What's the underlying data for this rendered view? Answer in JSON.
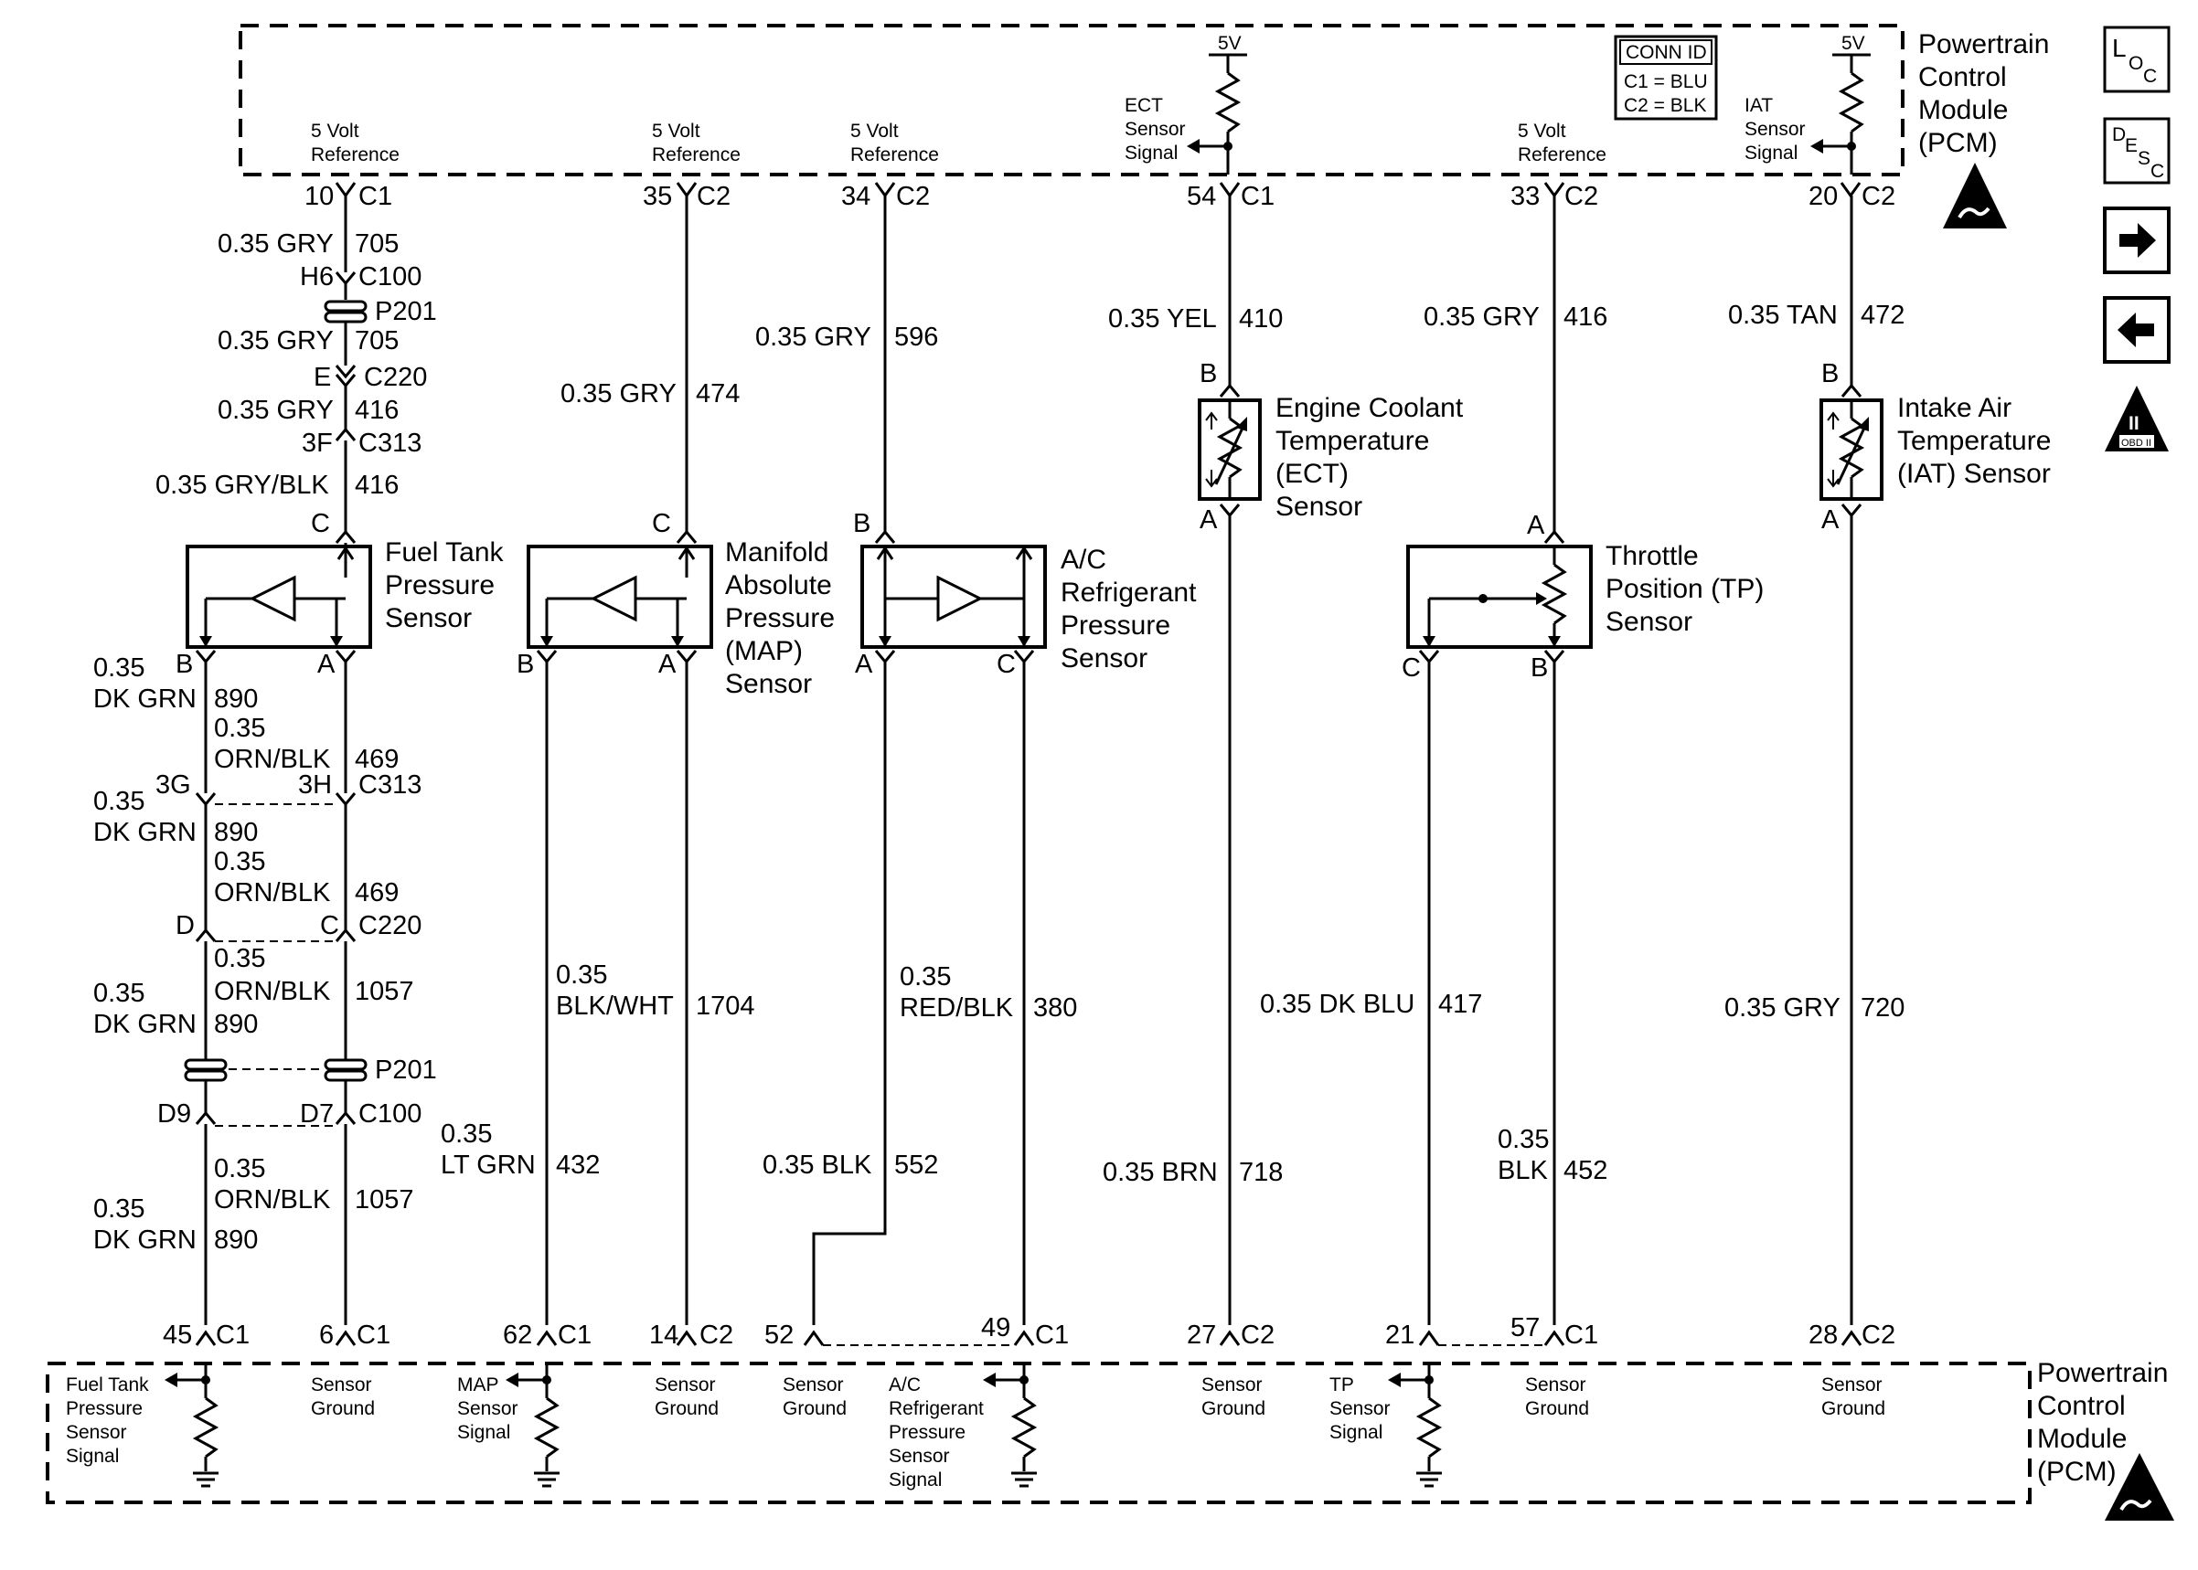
{
  "module": {
    "name_lines": [
      "Powertrain",
      "Control",
      "Module",
      "(PCM)"
    ],
    "conn_id": [
      "CONN ID",
      "C1 = BLU",
      "C2 = BLK"
    ],
    "five_v": "5V"
  },
  "top_pins": [
    {
      "ref": [
        "5 Volt",
        "Reference"
      ],
      "pin": "10",
      "conn": "C1"
    },
    {
      "ref": [
        "5 Volt",
        "Reference"
      ],
      "pin": "35",
      "conn": "C2"
    },
    {
      "ref": [
        "5 Volt",
        "Reference"
      ],
      "pin": "34",
      "conn": "C2"
    },
    {
      "ref": [
        "ECT",
        "Sensor",
        "Signal"
      ],
      "pin": "54",
      "conn": "C1"
    },
    {
      "ref": [
        "5 Volt",
        "Reference"
      ],
      "pin": "33",
      "conn": "C2"
    },
    {
      "ref": [
        "IAT",
        "Sensor",
        "Signal"
      ],
      "pin": "20",
      "conn": "C2"
    }
  ],
  "bottom_pins": [
    {
      "pin": "45",
      "conn": "C1",
      "label": [
        "Fuel Tank",
        "Pressure",
        "Sensor",
        "Signal"
      ]
    },
    {
      "pin": "6",
      "conn": "C1",
      "label": [
        "Sensor",
        "Ground"
      ]
    },
    {
      "pin": "62",
      "conn": "C1",
      "label": [
        "MAP",
        "Sensor",
        "Signal"
      ]
    },
    {
      "pin": "14",
      "conn": "C2",
      "label": [
        "Sensor",
        "Ground"
      ]
    },
    {
      "pin": "52",
      "conn": "",
      "label": [
        "Sensor",
        "Ground"
      ]
    },
    {
      "pin": "49",
      "conn": "C1",
      "label": [
        "A/C",
        "Refrigerant",
        "Pressure",
        "Sensor",
        "Signal"
      ]
    },
    {
      "pin": "27",
      "conn": "C2",
      "label": [
        "Sensor",
        "Ground"
      ]
    },
    {
      "pin": "21",
      "conn": "",
      "label": [
        "TP",
        "Sensor",
        "Signal"
      ]
    },
    {
      "pin": "57",
      "conn": "C1",
      "label": [
        "Sensor",
        "Ground"
      ]
    },
    {
      "pin": "28",
      "conn": "C2",
      "label": [
        "Sensor",
        "Ground"
      ]
    }
  ],
  "sensors": {
    "fuel_tank": [
      "Fuel Tank",
      "Pressure",
      "Sensor"
    ],
    "map": [
      "Manifold",
      "Absolute",
      "Pressure",
      "(MAP)",
      "Sensor"
    ],
    "ac": [
      "A/C",
      "Refrigerant",
      "Pressure",
      "Sensor"
    ],
    "ect": [
      "Engine Coolant",
      "Temperature",
      "(ECT)",
      "Sensor"
    ],
    "tp": [
      "Throttle",
      "Position (TP)",
      "Sensor"
    ],
    "iat": [
      "Intake Air",
      "Temperature",
      "(IAT) Sensor"
    ]
  },
  "sensor_pins": {
    "fuel_tank": {
      "top": "C",
      "left": "B",
      "right": "A"
    },
    "map": {
      "top": "C",
      "left": "B",
      "right": "A"
    },
    "ac": {
      "top": "B",
      "left": "A",
      "right": "C"
    },
    "ect": {
      "top": "B",
      "bottom": "A"
    },
    "tp": {
      "top": "A",
      "left": "C",
      "right": "B"
    },
    "iat": {
      "top": "B",
      "bottom": "A"
    }
  },
  "wires": {
    "c1_705a": {
      "gauge": "0.35 GRY",
      "circuit": "705"
    },
    "c1_705b": {
      "gauge": "0.35 GRY",
      "circuit": "705"
    },
    "c1_416a": {
      "gauge": "0.35 GRY",
      "circuit": "416"
    },
    "c1_416b": {
      "gauge": "0.35 GRY/BLK",
      "circuit": "416"
    },
    "map_ref": {
      "gauge": "0.35 GRY",
      "circuit": "474"
    },
    "ac_ref": {
      "gauge": "0.35 GRY",
      "circuit": "596"
    },
    "ect_sig": {
      "gauge": "0.35 YEL",
      "circuit": "410"
    },
    "tp_ref": {
      "gauge": "0.35 GRY",
      "circuit": "416"
    },
    "iat_sig": {
      "gauge": "0.35 TAN",
      "circuit": "472"
    },
    "ft_sig": {
      "gauge": [
        "0.35",
        "DK GRN"
      ],
      "circuit": "890"
    },
    "ft_gnd": {
      "gauge": [
        "0.35",
        "ORN/BLK"
      ],
      "circuit": "469"
    },
    "ft_gnd_1057": {
      "circuit": "1057"
    },
    "map_sig": {
      "gauge": [
        "0.35",
        "LT GRN"
      ],
      "circuit": "432"
    },
    "map_gnd": {
      "gauge": [
        "0.35",
        "BLK/WHT"
      ],
      "circuit": "1704"
    },
    "ac_gnd": {
      "gauge": "0.35 BLK",
      "circuit": "552"
    },
    "ac_sig": {
      "gauge": [
        "0.35",
        "RED/BLK"
      ],
      "circuit": "380"
    },
    "ect_gnd": {
      "gauge": "0.35 BRN",
      "circuit": "718"
    },
    "tp_sig": {
      "gauge": "0.35 DK BLU",
      "circuit": "417"
    },
    "tp_gnd": {
      "gauge": [
        "0.35",
        "BLK"
      ],
      "circuit": "452"
    },
    "iat_gnd": {
      "gauge": "0.35 GRY",
      "circuit": "720"
    }
  },
  "connectors": {
    "h6": "H6",
    "c100": "C100",
    "p201": "P201",
    "e": "E",
    "c220": "C220",
    "3f": "3F",
    "c313": "C313",
    "3g": "3G",
    "3h": "3H",
    "d": "D",
    "c": "C",
    "d9": "D9",
    "d7": "D7"
  },
  "nav_icons": [
    {
      "name": "loc-icon",
      "text": [
        "L",
        "O",
        "C"
      ]
    },
    {
      "name": "desc-icon",
      "text": [
        "D",
        "E",
        "S",
        "C"
      ]
    },
    {
      "name": "next-arrow-icon"
    },
    {
      "name": "prev-arrow-icon"
    },
    {
      "name": "obd-ii-icon",
      "text": [
        "II",
        "OBD II"
      ]
    }
  ]
}
